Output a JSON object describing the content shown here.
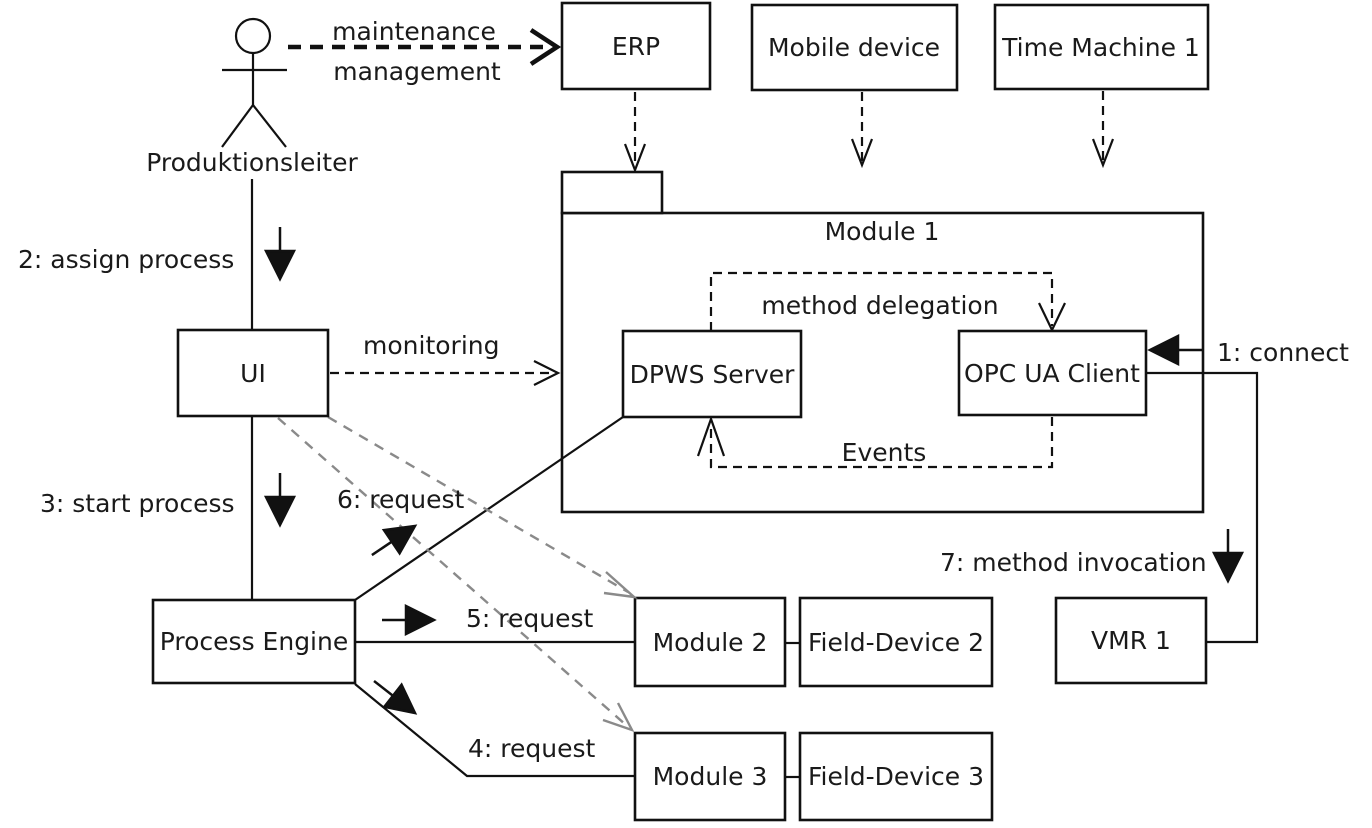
{
  "actor": {
    "label": "Produktionsleiter"
  },
  "nodes": {
    "erp": "ERP",
    "mobile_device": "Mobile device",
    "time_machine_1": "Time Machine 1",
    "module_1": "Module 1",
    "dpws_server": "DPWS Server",
    "opc_ua_client": "OPC UA Client",
    "ui": "UI",
    "process_engine": "Process Engine",
    "module_2": "Module 2",
    "field_device_2": "Field-Device 2",
    "module_3": "Module 3",
    "field_device_3": "Field-Device 3",
    "vmr_1": "VMR 1"
  },
  "edge_labels": {
    "maintenance_line1": "maintenance",
    "maintenance_line2": "management",
    "monitoring": "monitoring",
    "method_delegation": "method delegation",
    "events": "Events",
    "step1": "1: connect",
    "step2": "2: assign process",
    "step3": "3: start process",
    "step4": "4: request",
    "step5": "5: request",
    "step6": "6: request",
    "step7": "7: method invocation"
  },
  "colors": {
    "stroke": "#111111",
    "gray_edge": "#8a8a8a",
    "background": "#ffffff"
  }
}
